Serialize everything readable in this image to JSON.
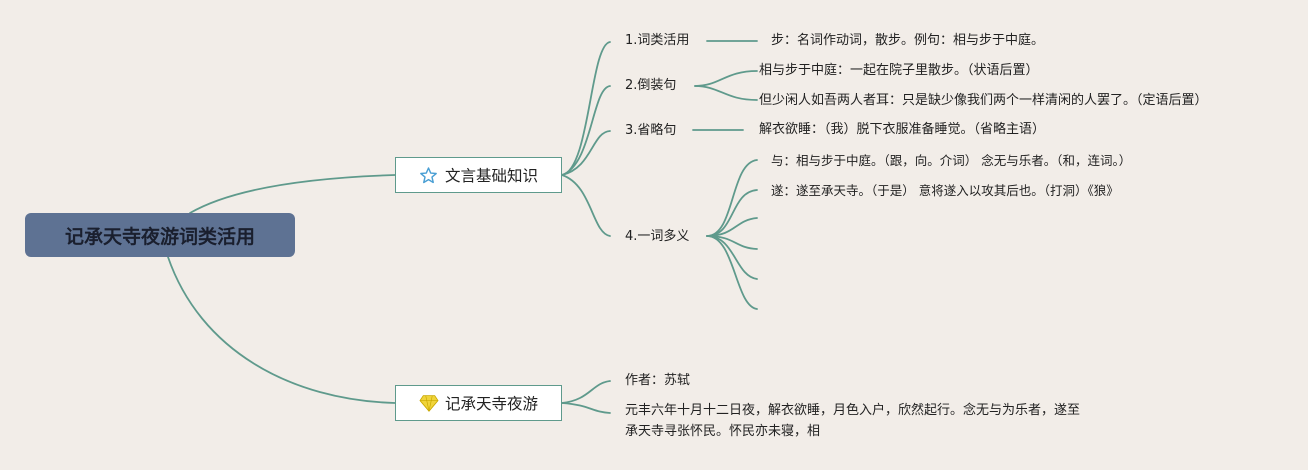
{
  "root": {
    "label": "记承天寺夜游词类活用"
  },
  "branch_basic": {
    "label": "文言基础知识",
    "icon": "star-outline-icon",
    "items": {
      "ciLei": {
        "label": "1.词类活用",
        "leaf": "步：名词作动词，散步。例句：相与步于中庭。"
      },
      "daoZhuang": {
        "label": "2.倒装句",
        "leaves": [
          "相与步于中庭：一起在院子里散步。（状语后置）",
          "但少闲人如吾两人者耳：只是缺少像我们两个一样清闲的人罢了。（定语后置）"
        ]
      },
      "shengLue": {
        "label": "3.省略句",
        "leaf": "解衣欲睡：（我）脱下衣服准备睡觉。（省略主语）"
      },
      "yiCi": {
        "label": "4.一词多义",
        "leaves": [
          "与：相与步于中庭。（跟，向。介词） 念无与乐者。（和，连词。）",
          "遂：遂至承天寺。（于是） 意将遂入以攻其后也。（打洞）《狼》"
        ]
      }
    }
  },
  "branch_text": {
    "label": "记承天寺夜游",
    "icon": "diamond-icon",
    "author": "作者：苏轼",
    "text_line1": "元丰六年十月十二日夜，解衣欲睡，月色入户，欣然起行。念无与为乐者，遂至",
    "text_line2": "承天寺寻张怀民。怀民亦未寝，相"
  },
  "colors": {
    "line": "#5f9a8c",
    "root_fill": "#5e7293",
    "background": "#f2ede8",
    "star": "#4a9fd4",
    "diamond": "#f0d43a"
  }
}
